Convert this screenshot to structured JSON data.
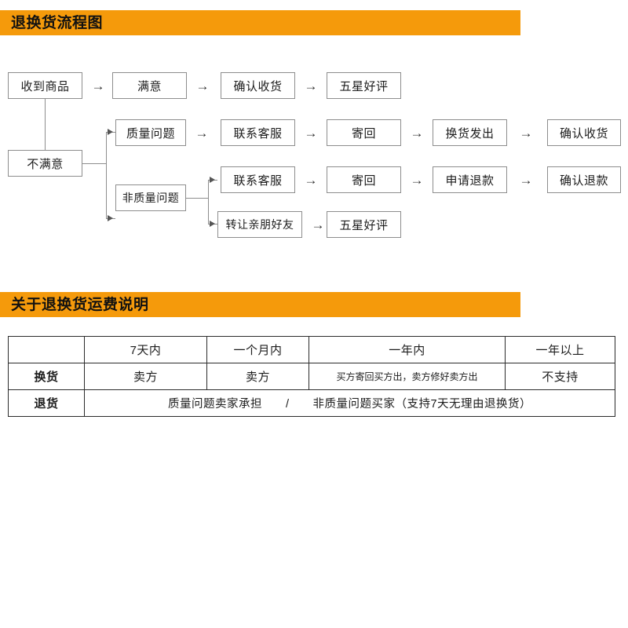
{
  "sections": {
    "flowchart": {
      "title": "退换货流程图"
    },
    "shipping": {
      "title": "关于退换货运费说明"
    }
  },
  "flowchart": {
    "arrow_glyph": "→",
    "nodes": {
      "received": "收到商品",
      "satisfied": "满意",
      "confirm_receipt": "确认收货",
      "five_star_1": "五星好评",
      "unsatisfied": "不满意",
      "quality_issue": "质量问题",
      "contact_cs_1": "联系客服",
      "send_back_1": "寄回",
      "exchange_sent": "换货发出",
      "confirm_receipt_2": "确认收货",
      "non_quality_issue": "非质量问题",
      "contact_cs_2": "联系客服",
      "send_back_2": "寄回",
      "apply_refund": "申请退款",
      "confirm_refund": "确认退款",
      "give_to_friend": "转让亲朋好友",
      "five_star_2": "五星好评"
    }
  },
  "shipping_table": {
    "headers": [
      "",
      "7天内",
      "一个月内",
      "一年内",
      "一年以上"
    ],
    "rows": [
      {
        "label": "换货",
        "cells": [
          "卖方",
          "卖方",
          "买方寄回买方出，卖方修好卖方出",
          "不支持"
        ]
      },
      {
        "label": "退货",
        "merged_cell": "质量问题卖家承担　　/　　非质量问题买家（支持7天无理由退换货）"
      }
    ]
  },
  "colors": {
    "banner": "#F59A0B",
    "box_border": "#8d8d8d",
    "table_border": "#2b2b2b",
    "text": "#1c1c1c"
  }
}
